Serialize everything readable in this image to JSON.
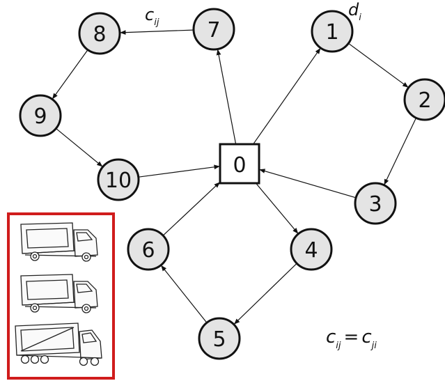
{
  "diagram": {
    "depot": {
      "id": "depot-0",
      "label": "0"
    },
    "nodes": [
      {
        "id": "node-1",
        "label": "1"
      },
      {
        "id": "node-2",
        "label": "2"
      },
      {
        "id": "node-3",
        "label": "3"
      },
      {
        "id": "node-4",
        "label": "4"
      },
      {
        "id": "node-5",
        "label": "5"
      },
      {
        "id": "node-6",
        "label": "6"
      },
      {
        "id": "node-7",
        "label": "7"
      },
      {
        "id": "node-8",
        "label": "8"
      },
      {
        "id": "node-9",
        "label": "9"
      },
      {
        "id": "node-10",
        "label": "10"
      }
    ],
    "routes": [
      [
        "0",
        "1",
        "2",
        "3",
        "0"
      ],
      [
        "0",
        "4",
        "5",
        "6",
        "0"
      ],
      [
        "0",
        "7",
        "8",
        "9",
        "10",
        "0"
      ]
    ],
    "annotations": {
      "edge_cost": {
        "base": "c",
        "sub": "ij"
      },
      "demand": {
        "base": "d",
        "sub": "i"
      },
      "symmetry": {
        "left_base": "c",
        "left_sub": "ij",
        "equals": "=",
        "right_base": "c",
        "right_sub": "ji"
      }
    },
    "fleet": {
      "vehicles": [
        "box-truck",
        "box-truck",
        "semi-trailer-truck"
      ],
      "frame_color": "#d01c1c"
    },
    "colors": {
      "node_fill": "#e4e4e4",
      "stroke": "#111111"
    }
  }
}
